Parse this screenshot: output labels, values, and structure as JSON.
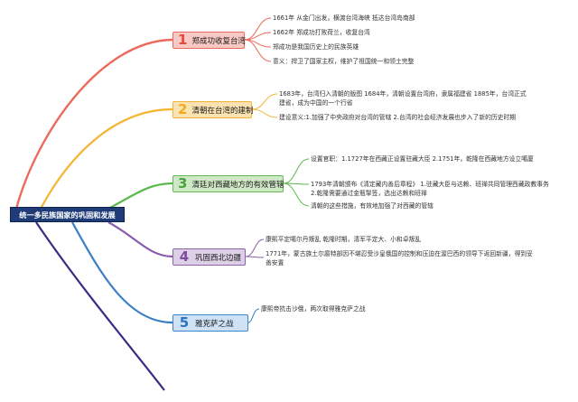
{
  "root": {
    "label": "统一多民族国家的巩固和发展"
  },
  "colors": {
    "root": "#1f3b78",
    "branch1": "#e8473b",
    "branch2": "#f2aa1e",
    "branch3": "#4aa33d",
    "branch4": "#7d4aa0",
    "branch5": "#2d74c0",
    "purple_line": "#3f2a86"
  },
  "branches": [
    {
      "number": "1",
      "label": "郑成功收复台湾",
      "leaves": [
        "1661年 从金门出发，横渡台湾海峡 抵达台湾岛南部",
        "1662年 郑成功打败荷兰，收复台湾",
        "郑成功是我国历史上的民族英雄",
        "意义：捍卫了国家主权，维护了祖国统一和领土完整"
      ]
    },
    {
      "number": "2",
      "label": "清朝在台湾的建制",
      "leaves": [
        "1683年，台湾归入清朝的版图 1684年，清朝设置台湾府，隶属福建省 1885年，台湾正式建省，成为中国的一个行省",
        "建设意义:1.加强了中央政府对台湾的管辖 2.台湾的社会经济发展也步入了新的历史时期"
      ]
    },
    {
      "number": "3",
      "label": "清廷对西藏地方的有效管辖",
      "leaves": [
        "设置官职：1.1727年在西藏正设置驻藏大臣 2.1751年，乾隆在西藏地方设立噶厦",
        "1793年清朝颁布《清定藏内善后章程》 1.驻藏大臣与达赖、班禅共同管理西藏政教事务 2.乾隆需要通过金瓶掣签，选出达赖和班禅",
        "清朝的这些措施，有效地加强了对西藏的管辖"
      ]
    },
    {
      "number": "4",
      "label": "巩固西北边疆",
      "leaves": [
        "康熙平定噶尔丹叛乱 乾隆时期，清军平定大、小和卓叛乱",
        "1771年，蒙古族土尔扈特部因不堪忍受沙皇俄国的控制和压迫在渥巴西的领导下返回新疆，得到妥善安置"
      ]
    },
    {
      "number": "5",
      "label": "雅克萨之战",
      "leaves": [
        "康熙帝抗击沙俄，两次取得雅克萨之战"
      ]
    }
  ]
}
